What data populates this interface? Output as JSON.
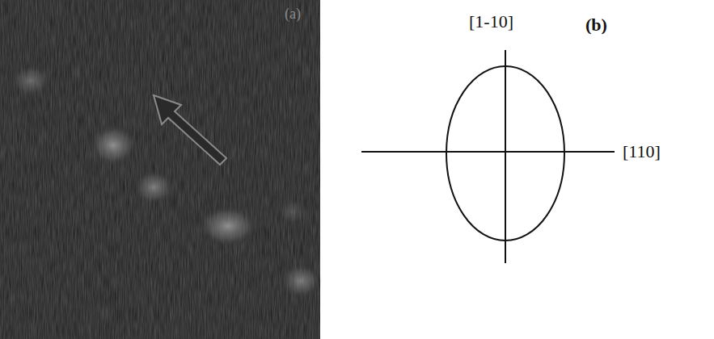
{
  "diagram": {
    "labels": [
      "(a)",
      "[1-10]",
      "(b)",
      "[110]"
    ]
  }
}
